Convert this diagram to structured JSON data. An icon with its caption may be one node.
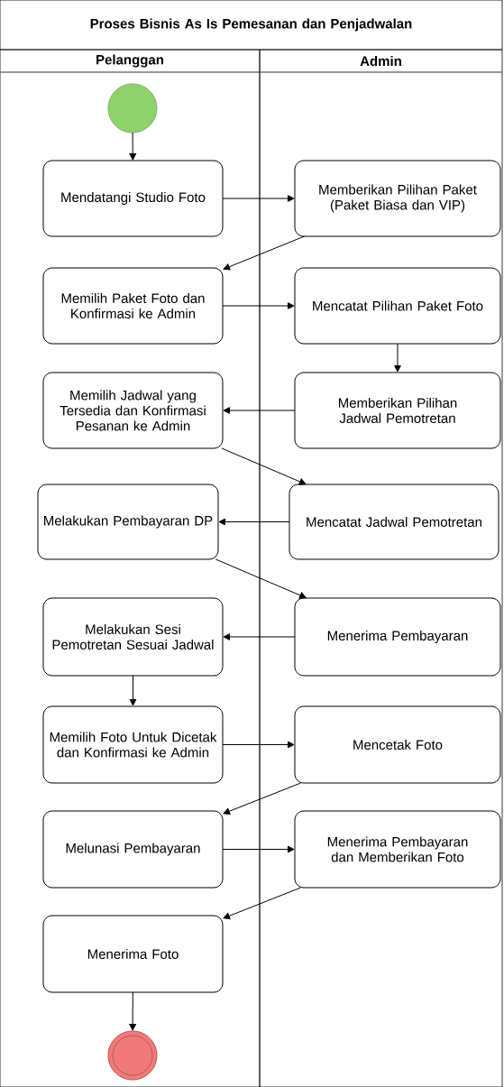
{
  "diagram": {
    "title": "Proses Bisnis As Is Pemesanan dan Penjadwalan",
    "nodes": [
      {
        "text": [
          "Pelanggan"
        ]
      },
      {
        "text": [
          "Admin"
        ]
      },
      {
        "text": [],
        "shape": "circle",
        "in": 0
      },
      {
        "text": [
          "Mendatangi Studio Foto"
        ],
        "in": 0
      },
      {
        "text": [
          "Memberikan Pilihan Paket (Paket Biasa dan VIP)"
        ],
        "in": 1
      },
      {
        "text": [
          "Memilih Paket Foto dan Konfirmasi ke Admin"
        ],
        "in": 0
      },
      {
        "text": [
          "Mencatat Pilihan Paket Foto"
        ],
        "in": 1
      },
      {
        "text": [
          "Memilih Jadwal yang Tersedia dan Konfirmasi Pesanan ke Admin"
        ],
        "in": 0
      },
      {
        "text": [
          "Memberikan Pilihan Jadwal Pemotretan"
        ],
        "in": 1
      },
      {
        "text": [
          "Melakukan Pembayaran DP"
        ],
        "in": 0
      },
      {
        "text": [
          "Mencatat Jadwal Pemotretan"
        ],
        "in": 1
      },
      {
        "text": [
          "Melakukan Sesi Pemotretan Sesuai Jadwal"
        ],
        "in": 0
      },
      {
        "text": [
          "Menerima Pembayaran"
        ],
        "in": 1
      },
      {
        "text": [
          "Memilih Foto Untuk Dicetak dan Konfirmasi ke Admin"
        ],
        "in": 0
      },
      {
        "text": [
          "Mencetak Foto"
        ],
        "in": 1
      },
      {
        "text": [
          "Melunasi Pembayaran"
        ],
        "in": 0
      },
      {
        "text": [
          "Menerima Pembayaran dan Memberikan Foto"
        ],
        "in": 1
      },
      {
        "text": [
          "Menerima Foto"
        ],
        "in": 0
      },
      {
        "text": [],
        "shape": "circle",
        "in": 0
      }
    ],
    "edges": [
      {
        "from": 2,
        "to": 3,
        "arrow": "to"
      },
      {
        "from": 3,
        "to": 4,
        "arrow": "to"
      },
      {
        "from": 4,
        "to": 5,
        "arrow": "to"
      },
      {
        "from": 5,
        "to": 6,
        "arrow": "to"
      },
      {
        "from": 6,
        "to": 8,
        "arrow": "to"
      },
      {
        "from": 8,
        "to": 7,
        "arrow": "to"
      },
      {
        "from": 7,
        "to": 10,
        "arrow": "to"
      },
      {
        "from": 10,
        "to": 9,
        "arrow": "to"
      },
      {
        "from": 9,
        "to": 12,
        "arrow": "to"
      },
      {
        "from": 12,
        "to": 11,
        "arrow": "to"
      },
      {
        "from": 11,
        "to": 13,
        "arrow": "to"
      },
      {
        "from": 13,
        "to": 14,
        "arrow": "to"
      },
      {
        "from": 14,
        "to": 15,
        "arrow": "to"
      },
      {
        "from": 15,
        "to": 16,
        "arrow": "to"
      },
      {
        "from": 16,
        "to": 17,
        "arrow": "to"
      },
      {
        "from": 17,
        "to": 18,
        "arrow": "to"
      }
    ]
  }
}
